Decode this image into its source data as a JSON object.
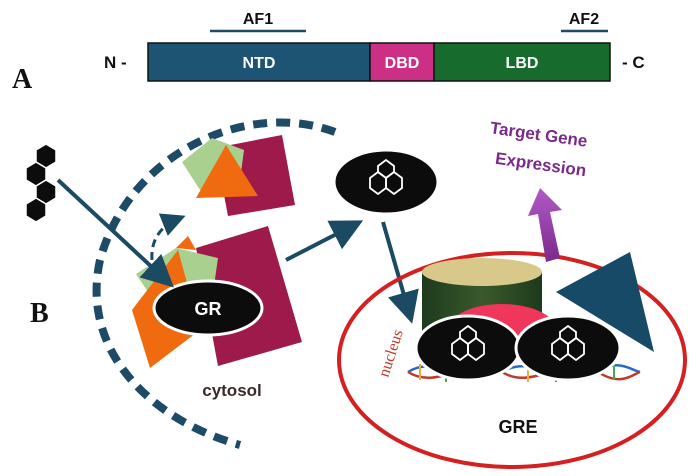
{
  "panels": {
    "a": "A",
    "b": "B"
  },
  "domain_bar": {
    "n_term": "N -",
    "c_term": "- C",
    "segments": [
      {
        "label": "NTD",
        "color": "#1d5473"
      },
      {
        "label": "DBD",
        "color": "#cc2f86"
      },
      {
        "label": "LBD",
        "color": "#176b2d"
      }
    ],
    "af1": "AF1",
    "af2": "AF2"
  },
  "labels": {
    "gr": "GR",
    "cytosol": "cytosol",
    "nucleus": "nucleus",
    "gre": "GRE",
    "target_line1": "Target Gene",
    "target_line2": "Expression"
  },
  "colors": {
    "arrow": "#1b4a63",
    "nucleus_ring": "#d42020",
    "target": "#7a2a8a",
    "cytosol_dash": "#1d4a66"
  }
}
